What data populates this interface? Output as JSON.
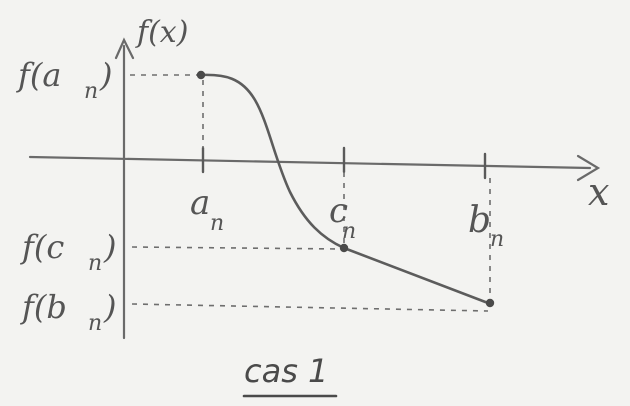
{
  "labels": {
    "y_axis": "f(x)",
    "x_axis": "x",
    "f_a": "f(a",
    "f_c": "f(c",
    "f_b": "f(b",
    "a": "a",
    "c": "c",
    "b": "b",
    "sub": "n",
    "close": ")"
  },
  "caption": "cas 1",
  "colors": {
    "ink": "#5a5a5a",
    "paper": "#f3f3f1"
  }
}
